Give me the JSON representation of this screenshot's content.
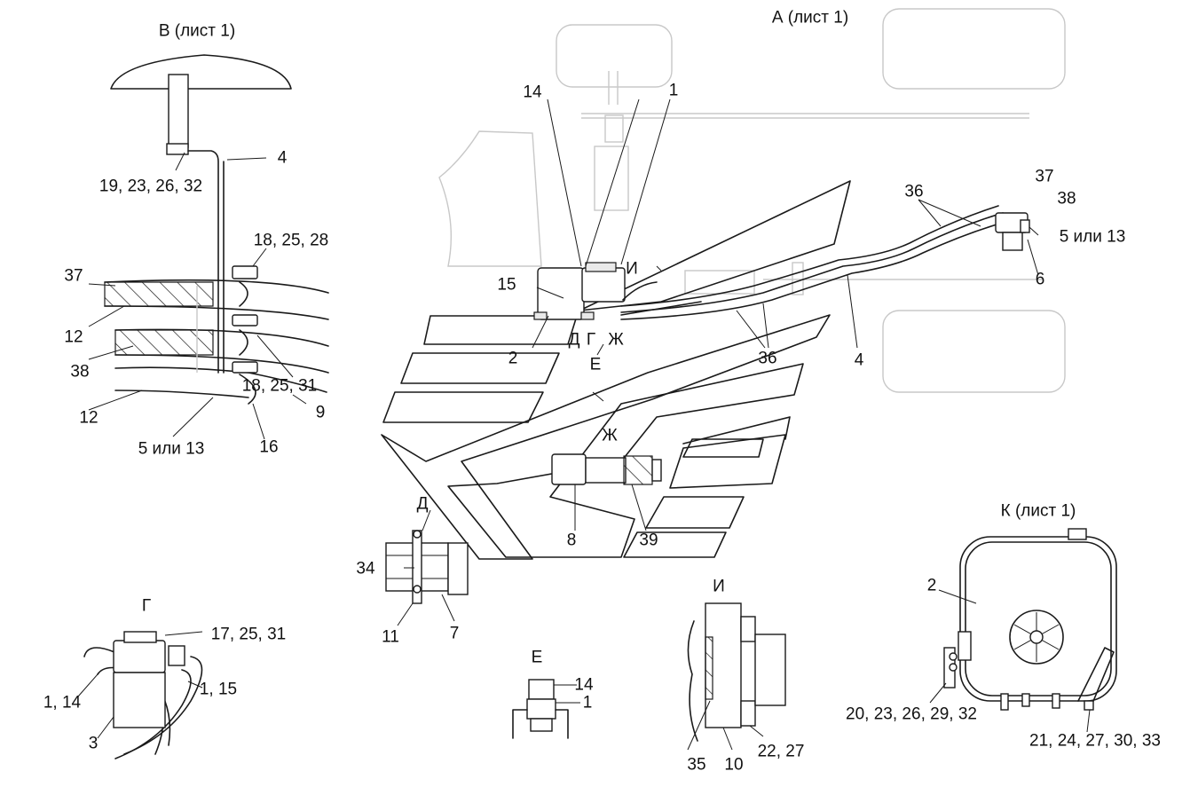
{
  "views": {
    "view_b": "В (лист 1)",
    "view_a": "А (лист 1)",
    "view_k": "К (лист 1)",
    "view_g": "Г",
    "view_d": "Д",
    "view_e": "Е",
    "view_i": "И",
    "view_zh": "Ж"
  },
  "callouts": {
    "b_4": "4",
    "b_19": "19, 23, 26, 32",
    "b_18a": "18, 25, 28",
    "b_37": "37",
    "b_12a": "12",
    "b_38": "38",
    "b_18b": "18, 25, 31",
    "b_12b": "12",
    "b_9": "9",
    "b_5": "5 или 13",
    "b_16": "16",
    "a_14": "14",
    "a_1": "1",
    "a_i": "И",
    "a_15": "15",
    "a_2": "2",
    "a_d": "Д",
    "a_g": "Г",
    "a_zh": "Ж",
    "a_e": "Е",
    "a_36a": "36",
    "a_37": "37",
    "a_38": "38",
    "a_5": "5 или 13",
    "a_6": "6",
    "a_36b": "36",
    "a_4": "4",
    "zh_8": "8",
    "zh_39": "39",
    "d_34": "34",
    "d_11": "11",
    "d_7": "7",
    "g_17": "17, 25, 31",
    "g_114": "1, 14",
    "g_115": "1, 15",
    "g_3": "3",
    "e_14": "14",
    "e_1": "1",
    "i_35": "35",
    "i_10": "10",
    "i_22": "22, 27",
    "k_2": "2",
    "k_20": "20, 23, 26, 29, 32",
    "k_21": "21, 24, 27, 30, 33"
  }
}
